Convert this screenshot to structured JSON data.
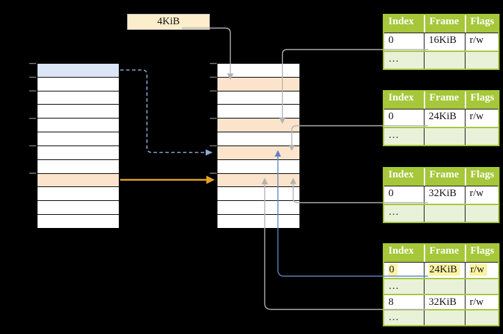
{
  "page_size_label": "4KiB",
  "colors": {
    "row_blue": "#dae6f6",
    "row_orange": "#fce4cc",
    "row_white": "#ffffff",
    "table_green": "#a5c739",
    "table_green_light": "#e9f1d9",
    "label_cream": "#fcedcb",
    "highlight_yellow": "#fbf3a2",
    "connector_gray": "#b3b3b3",
    "connector_blue": "#5f83c3",
    "arrow_dashed_blue": "#8fa9d6",
    "arrow_orange": "#e2a322",
    "tick_gray": "#7f7f7f"
  },
  "virtual_memory": {
    "rows": [
      "row_blue",
      "row_white",
      "row_white",
      "row_white",
      "row_white",
      "row_white",
      "row_white",
      "row_white",
      "row_orange",
      "row_white",
      "row_white",
      "row_white"
    ]
  },
  "physical_memory": {
    "rows": [
      "row_white",
      "row_orange",
      "row_white",
      "row_white",
      "row_orange",
      "row_white",
      "row_orange",
      "row_white",
      "row_orange",
      "row_white",
      "row_white",
      "row_white"
    ]
  },
  "page_tables": {
    "headers": [
      "Index",
      "Frame",
      "Flags"
    ],
    "tables": [
      {
        "rows": [
          {
            "index": "0",
            "frame": "16KiB",
            "flags": "r/w",
            "highlight": false
          },
          {
            "index": "…",
            "frame": "",
            "flags": "",
            "highlight": false
          }
        ]
      },
      {
        "rows": [
          {
            "index": "0",
            "frame": "24KiB",
            "flags": "r/w",
            "highlight": false
          },
          {
            "index": "…",
            "frame": "",
            "flags": "",
            "highlight": false
          }
        ]
      },
      {
        "rows": [
          {
            "index": "0",
            "frame": "32KiB",
            "flags": "r/w",
            "highlight": false
          },
          {
            "index": "…",
            "frame": "",
            "flags": "",
            "highlight": false
          }
        ]
      },
      {
        "rows": [
          {
            "index": "0",
            "frame": "24KiB",
            "flags": "r/w",
            "highlight": true
          },
          {
            "index": "…",
            "frame": "",
            "flags": "",
            "highlight": false
          },
          {
            "index": "8",
            "frame": "32KiB",
            "flags": "r/w",
            "highlight": false
          },
          {
            "index": "…",
            "frame": "",
            "flags": "",
            "highlight": false
          }
        ]
      }
    ]
  }
}
